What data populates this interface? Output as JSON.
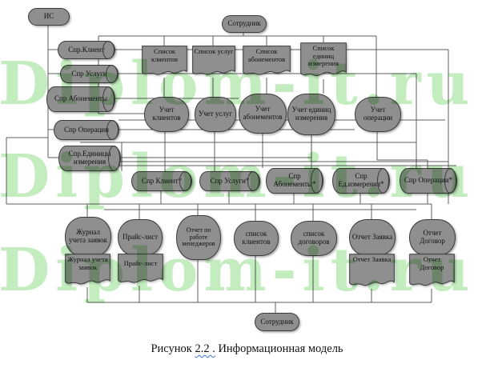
{
  "watermark": {
    "text": "Diplom-it.ru",
    "color": "#b9e9b4"
  },
  "diagram": {
    "system": "ИС",
    "actor_top": "Сотрудник",
    "actor_bottom": "Сотрудник",
    "left_refs": [
      "Спр.Клиент",
      "Спр Услуги",
      "Спр Абонементы",
      "Спр Операции",
      "Спр.Единицы измерения"
    ],
    "input_docs": [
      "Список клиентов",
      "Список услуг",
      "Список абонементов",
      "Список единиц измерения"
    ],
    "processes": [
      "Учет клиентов",
      "Учет услуг",
      "Учет абонементов",
      "Учет единиц измерения",
      "Учет операции"
    ],
    "updated_refs": [
      "Спр Клиент*",
      "Спр Услуги*",
      "Спр Абонементы*",
      "Спр Ед.измерения*",
      "Спр Операции*"
    ],
    "outputs": [
      "Журнал учета заявок",
      "Прайс-лист",
      "Отчет по работе менеджеров",
      "список клиентов",
      "список договоров",
      "Отчет Заявка",
      "Отчет Договор"
    ],
    "output_docs": [
      "Журнал учета заявок",
      "Прайс-лист",
      "Отчет Заявка",
      "Отчет Договор"
    ]
  },
  "caption": {
    "label": "Рисунок",
    "number": "2.2 .",
    "title": "Информационная модель"
  }
}
